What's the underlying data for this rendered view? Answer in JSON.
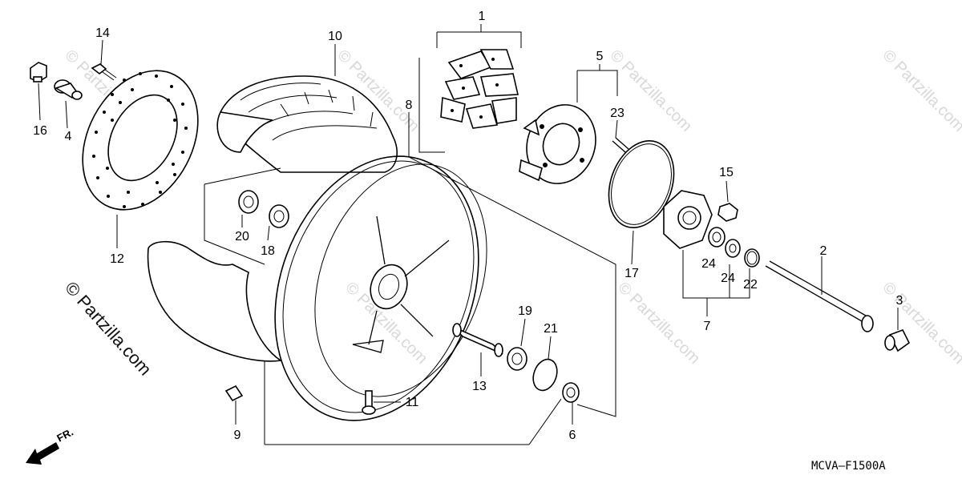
{
  "diagram": {
    "diagram_code": "MCVA—F1500A",
    "direction_marker": "FR.",
    "watermark": "© Partzilla.com",
    "callouts": [
      "1",
      "2",
      "3",
      "4",
      "5",
      "6",
      "7",
      "8",
      "9",
      "10",
      "11",
      "12",
      "13",
      "14",
      "15",
      "16",
      "17",
      "18",
      "19",
      "20",
      "21",
      "22",
      "23",
      "24",
      "24"
    ]
  }
}
